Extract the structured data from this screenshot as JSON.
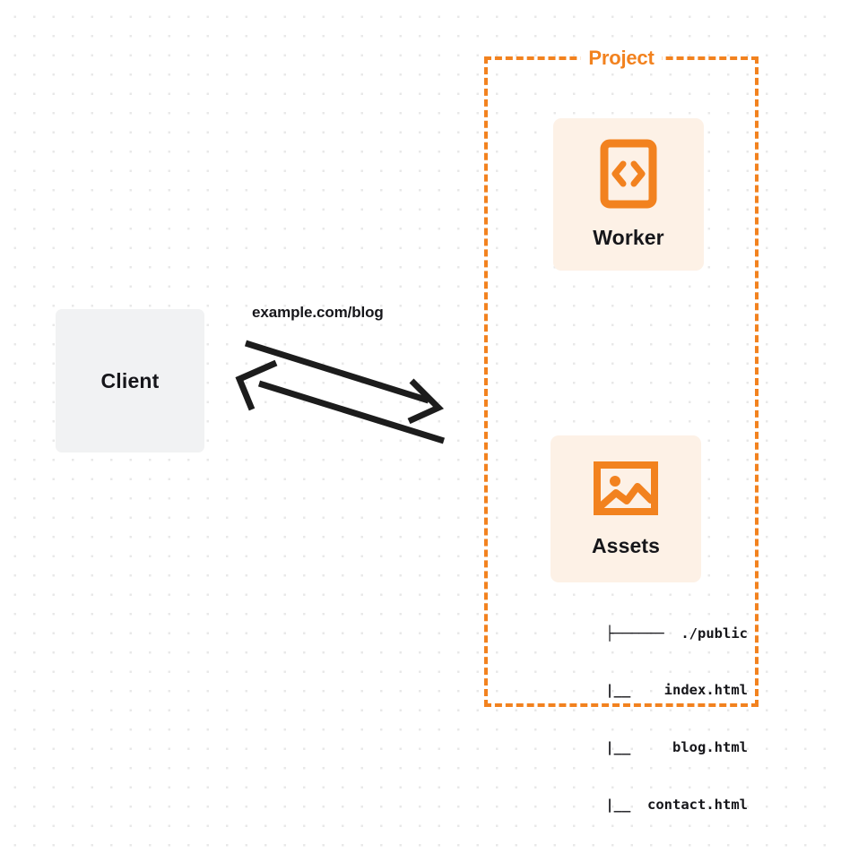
{
  "diagram": {
    "type": "architecture-diagram",
    "background": "dotted-grid",
    "colors": {
      "accent_orange": "#f2821f",
      "card_cream": "#fdf1e6",
      "client_gray": "#f1f2f3",
      "text_dark": "#16161a",
      "grid_dot": "#e8e8e8",
      "page_background": "#ffffff"
    }
  },
  "client": {
    "label": "Client"
  },
  "connection": {
    "label": "example.com/blog",
    "direction": "bidirectional",
    "arrow_color": "#16161a"
  },
  "project": {
    "title": "Project",
    "border_style": "dashed",
    "components": [
      {
        "id": "worker",
        "label": "Worker",
        "icon": "code-brackets-icon"
      },
      {
        "id": "assets",
        "label": "Assets",
        "icon": "image-picture-icon"
      }
    ],
    "file_tree": {
      "rows": [
        "├──────  ./public",
        "       |__    index.html",
        "       |__     blog.html",
        "       |__  contact.html"
      ],
      "root": "./public",
      "files": [
        "index.html",
        "blog.html",
        "contact.html"
      ]
    }
  }
}
